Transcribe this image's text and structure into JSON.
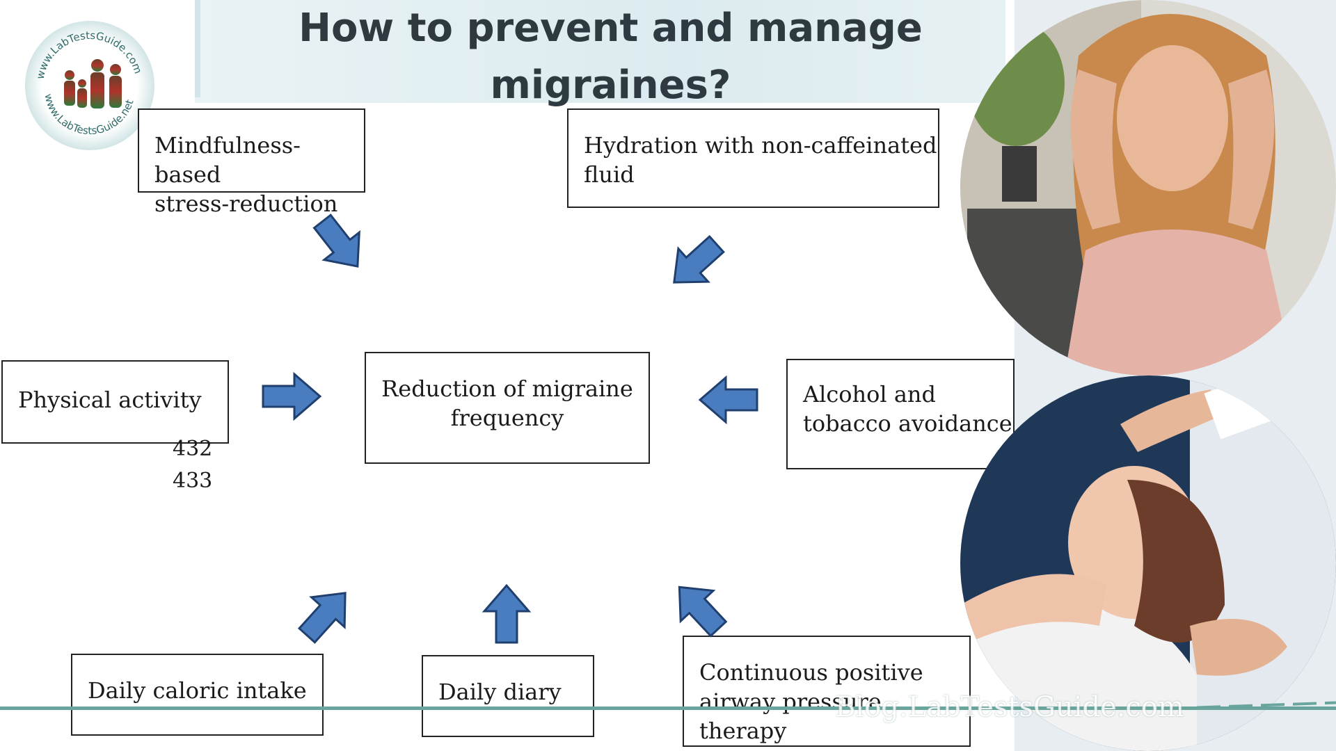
{
  "header": {
    "title_line1": "How to prevent and manage",
    "title_line2": "migraines?"
  },
  "logo": {
    "text_top": "www.LabTestsGuide.com",
    "text_bottom": "www.LabTestsGuide.net"
  },
  "diagram": {
    "center": {
      "line1": "Reduction of migraine",
      "line2": "frequency"
    },
    "nodes": {
      "mindfulness": {
        "line1": "Mindfulness-based",
        "line2": "stress-reduction"
      },
      "hydration": {
        "line1": "Hydration with non-caffeinated",
        "line2": "fluid"
      },
      "physical": {
        "line1": "Physical activity"
      },
      "alcohol": {
        "line1": "Alcohol and",
        "line2": "tobacco avoidance"
      },
      "caloric": {
        "line1": "Daily caloric intake"
      },
      "diary": {
        "line1": "Daily diary"
      },
      "cpap": {
        "line1": "Continuous positive",
        "line2": "airway pressure therapy"
      }
    },
    "line_numbers": [
      "432",
      "433"
    ],
    "arrow_color": "#4a7cc0",
    "arrow_stroke": "#1f3f6e"
  },
  "photos": {
    "top": "woman-holding-head-photo",
    "bottom": "head-massage-photo"
  },
  "watermark": "Blog.LabTestsGuide.com",
  "colors": {
    "accent_line": "#6aa59d",
    "title": "#2e3a3f"
  }
}
